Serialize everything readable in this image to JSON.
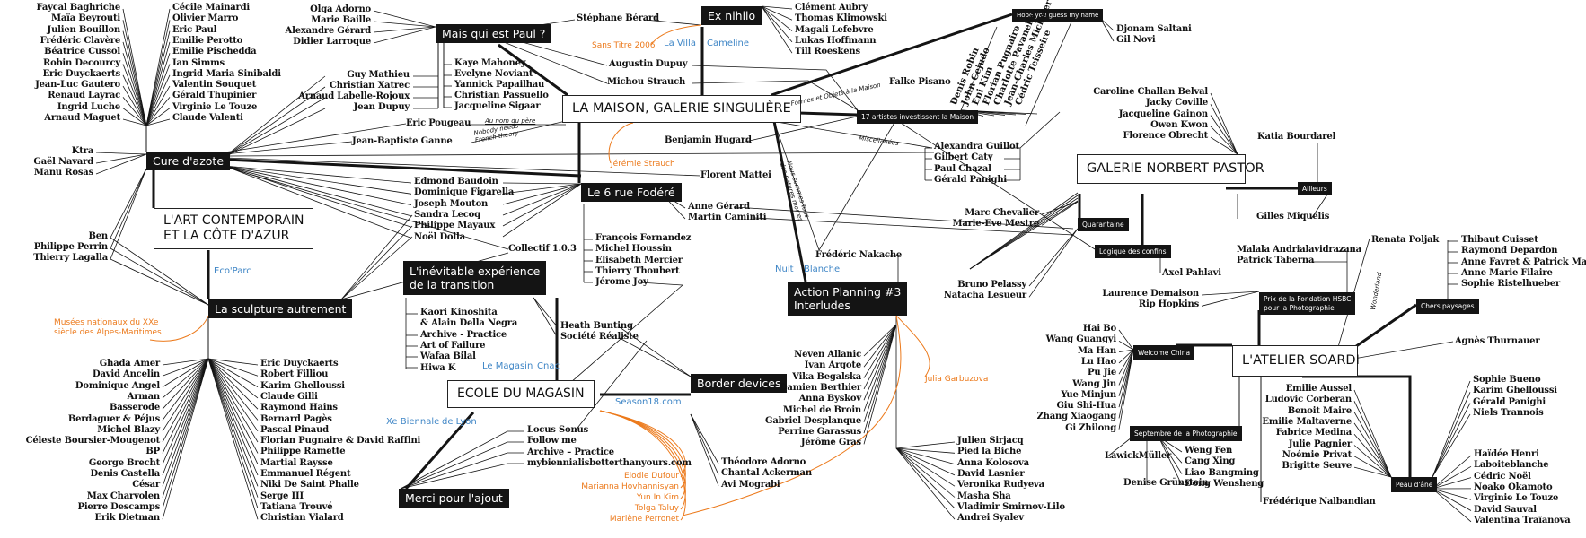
{
  "hubs": {
    "la_maison": "LA MAISON, GALERIE SINGULIÈRE",
    "galerie_norbert_pastor": "GALERIE NORBERT PASTOR",
    "atelier_soardi": "L'ATELIER SOARDI",
    "art_contemporain": "L'ART CONTEMPORAIN\nET LA CÔTE D'AZUR",
    "ecole_du_magasin": "ECOLE DU MAGASIN",
    "cure_azote": "Cure d'azote",
    "sculpture_autrement": "La sculpture autrement",
    "mais_qui_est_paul": "Mais qui est Paul ?",
    "ex_nihilo": "Ex nihilo",
    "hope_you_guess": "Hope you guess my name",
    "dix_sept_artistes": "17 artistes investissent la Maison",
    "six_rue_fodere": "Le 6 rue Fodéré",
    "inevitable_experience": "L'inévitable expérience\nde la transition",
    "border_devices": "Border devices",
    "merci_pour_ajout": "Merci pour l'ajout",
    "action_planning": "Action Planning #3\nInterludes",
    "ailleurs": "Ailleurs",
    "quarantaine": "Quarantaine",
    "logique_des_confins": "Logique des confins",
    "prix_hsbc": "Prix de la Fondation HSBC\npour la Photographie",
    "chers_paysages": "Chers paysages",
    "welcome_china": "Welcome China",
    "septembre_photo": "Septembre de la Photographie",
    "peau_d_ane": "Peau d'âne"
  },
  "venues": {
    "eco_parc": "Eco'Parc",
    "la_villa": "La Villa",
    "cameline": "Cameline",
    "le_magasin": "Le Magasin",
    "cnac": "Cnac",
    "xe_biennale": "Xe Biennale",
    "de_lyon": "de Lyon",
    "season18": "Season18.com",
    "nuit": "Nuit",
    "blanche": "Blanche"
  },
  "orange_labels": {
    "musees_nationaux": "Musées nationaux du XXe\nsiècle des Alpes-Maritimes",
    "sans_titre_2006": "Sans Titre 2006",
    "jeremie_strauch": "Jérémie Strauch",
    "julia_garbuzova": "Julia Garbuzova",
    "magasin_orange": [
      "Elodie Dufour",
      "Marianna Hovhannisyan",
      "Yun In Kim",
      "Tolga Taluy",
      "Marlène Perronet"
    ]
  },
  "edge_labels": {
    "au_nom_du_pere": "Au nom du père",
    "nobody_needs": "Nobody needs\nFrench theory",
    "formes_et_objets": "Formes et Objets à la Maison",
    "miscellanees": "Miscellanées",
    "nous_sommes_tous": "Nous sommes tous\ndes natures mortes",
    "wonderland": "Wonderland"
  },
  "artists": {
    "top_left_a": [
      "Faycal Baghriche",
      "Maïa Beyrouti",
      "Julien Bouillon",
      "Frédéric Clavère",
      "Béatrice Cussol",
      "Robin Decourcy",
      "Eric Duyckaerts",
      "Jean-Luc Gautero",
      "Renaud Layrac",
      "Ingrid Luche",
      "Arnaud Maguet"
    ],
    "top_left_b": [
      "Cécile Mainardi",
      "Olivier Marro",
      "Eric Paul",
      "Emilie Perotto",
      "Emilie Pischedda",
      "Ian Simms",
      "Ingrid Maria Sinibaldi",
      "Valentin Souquet",
      "Gérald Thupinier",
      "Virginie Le Touze",
      "Claude Valenti"
    ],
    "cure_left": [
      "Ktra",
      "Gaël Navard",
      "Manu Rosas"
    ],
    "ben_group": [
      "Ben",
      "Philippe Perrin",
      "Thierry Lagalla"
    ],
    "paul_left": [
      "Olga Adorno",
      "Marie Baille",
      "Alexandre Gérard",
      "Didier Larroque"
    ],
    "paul_mid": [
      "Guy Mathieu",
      "Christian Xatrec",
      "Arnaud Labelle-Rojoux",
      "Jean Dupuy"
    ],
    "paul_right": [
      "Kaye Mahoney",
      "Evelyne Noviant",
      "Yannick Papailhau",
      "Christian Passuello",
      "Jacqueline Sigaar"
    ],
    "stephane_berard": "Stéphane Bérard",
    "ex_nihilo_list": [
      "Clément Aubry",
      "Thomas Klimowski",
      "Magali Lefebvre",
      "Lukas Hoffmann",
      "Till Roeskens"
    ],
    "augustin_dupuy": "Augustin Dupuy",
    "michou_strauch": "Michou Strauch",
    "eric_pougeau": "Eric Pougeau",
    "jean_baptiste_ganne": "Jean-Baptiste Ganne",
    "falke_pisano": "Falke Pisano",
    "hope_list": [
      "Djonam Saltani",
      "Gil Novi"
    ],
    "dix_sept_rot": [
      "Denis Robin",
      "John Cejudo",
      "Eni Kim",
      "Florian Pugnaire",
      "Charlotte Pavanello",
      "Jean-Charles Micheler",
      "Cédric Teisseire"
    ],
    "maison_right": [
      "Alexandra Guillot",
      "Gilbert Caty",
      "Paul Chazal",
      "Gérald Panighi"
    ],
    "benjamin_hugard": "Benjamin Hugard",
    "florent_mattei": "Florent Mattei",
    "cure_right": [
      "Edmond Baudoin",
      "Dominique Figarella",
      "Joseph Mouton",
      "Sandra Lecoq",
      "Philippe Mayaux",
      "Noël Dolla"
    ],
    "collectif": "Collectif 1.0.3",
    "fodere_right": [
      "Anne Gérard",
      "Martin Caminiti"
    ],
    "fodere_list": [
      "François Fernandez",
      "Michel Houssin",
      "Elisabeth Mercier",
      "Thierry Thoubert",
      "Jérome Joy"
    ],
    "inevitable_list": [
      "Kaori Kinoshita",
      "& Alain Della Negra",
      "Archive - Practice",
      "Art of Failure",
      "Wafaa Bilal",
      "Hiwa K"
    ],
    "heath_group": [
      "Heath Bunting",
      "Société Réaliste"
    ],
    "merci_list": [
      "Locus Sonus",
      "Follow me",
      "Archive – Practice",
      "mybiennialisbetterthanyours.com"
    ],
    "border_list": [
      "Théodore Adorno",
      "Chantal Ackerman",
      "Avi Mograbi"
    ],
    "frederic_nakache": "Frédéric Nakache",
    "action_left": [
      "Neven Allanic",
      "Ivan Argote",
      "Vika Begalska",
      "Damien Berthier",
      "Anna Byskov",
      "Michel de Broin",
      "Gabriel Desplanque",
      "Perrine Garassus",
      "Jérôme Gras"
    ],
    "action_right": [
      "Julien Sirjacq",
      "Pied la Biche",
      "Anna Kolosova",
      "David Lasnier",
      "Veronika Rudyeva",
      "Masha Sha",
      "Vladimir Smirnov-Lilo",
      "Andrei Syalev"
    ],
    "sculpture_left": [
      "Ghada Amer",
      "David Ancelin",
      "Dominique Angel",
      "Arman",
      "Basserode",
      "Berdaguer & Péjus",
      "Michel Blazy",
      "Céleste Boursier-Mougenot",
      "BP",
      "George Brecht",
      "Denis Castella",
      "César",
      "Max Charvolen",
      "Pierre Descamps",
      "Erik Dietman"
    ],
    "sculpture_right": [
      "Eric Duyckaerts",
      "Robert Filliou",
      "Karim Ghelloussi",
      "Claude Gilli",
      "Raymond Hains",
      "Bernard Pagès",
      "Pascal Pinaud",
      "Florian Pugnaire & David Raffini",
      "Philippe Ramette",
      "Martial Raysse",
      "Emmanuel Régent",
      "Niki De Saint Phalle",
      "Serge III",
      "Tatiana Trouvé",
      "Christian Vialard"
    ],
    "pastor_top": [
      "Caroline Challan Belval",
      "Jacky Coville",
      "Jacqueline Gainon",
      "Owen Kwon",
      "Florence Obrecht"
    ],
    "katia_bourdarel": "Katia Bourdarel",
    "gilles_miquelis": "Gilles Miquelis",
    "quarantaine_list": [
      "Marc Chevalier",
      "Marie-Eve Mestre"
    ],
    "pelassy_group": [
      "Bruno Pelassy",
      "Natacha Lesueur"
    ],
    "axel_pahlavi": "Axel Pahlavi",
    "hsbc_list": [
      "Malala Andrialavidrazana",
      "Patrick Taberna"
    ],
    "hsbc_left": [
      "Laurence Demaison",
      "Rip Hopkins"
    ],
    "renata_poljak": "Renata Poljak",
    "chers_list": [
      "Thibaut Cuisset",
      "Raymond Depardon",
      "Anne Favret & Patrick Manez",
      "Anne Marie Filaire",
      "Sophie Ristelhueber"
    ],
    "agnes_thurnauer": "Agnès Thurnauer",
    "china_list": [
      "Hai Bo",
      "Wang Guangyi",
      "Ma Han",
      "Lu Hao",
      "Pu Jie",
      "Wang Jin",
      "Yue Minjun",
      "Giu Shi-Hua",
      "Zhang Xiaogang",
      "Gi Zhilong"
    ],
    "lawick": "LawickMüller",
    "denise": "Denise Grünstein",
    "septembre_list": [
      "Weng Fen",
      "Cang Xing",
      "Liao Bangming",
      "Dong Wensheng"
    ],
    "soardi_list": [
      "Emilie Aussel",
      "Ludovic Corberan",
      "Benoit Maire",
      "Emilie Maltaverne",
      "Fabrice Medina",
      "Julie Pagnier",
      "Noémie Privat",
      "Brigitte Seuve"
    ],
    "frederique": "Frédérique Nalbandian",
    "peau_top": [
      "Sophie Bueno",
      "Karim Ghelloussi",
      "Gérald Panighi",
      "Niels Trannois"
    ],
    "peau_bottom": [
      "Haïdée Henri",
      "Laboiteblanche",
      "Cédric Noël",
      "Noako Okamoto",
      "Virginie Le Touze",
      "David Sauval",
      "Valentina Traïanova"
    ]
  },
  "colors": {
    "ink": "#141414",
    "venue_blue": "#3f86c6",
    "accent_orange": "#ec7a1c"
  }
}
